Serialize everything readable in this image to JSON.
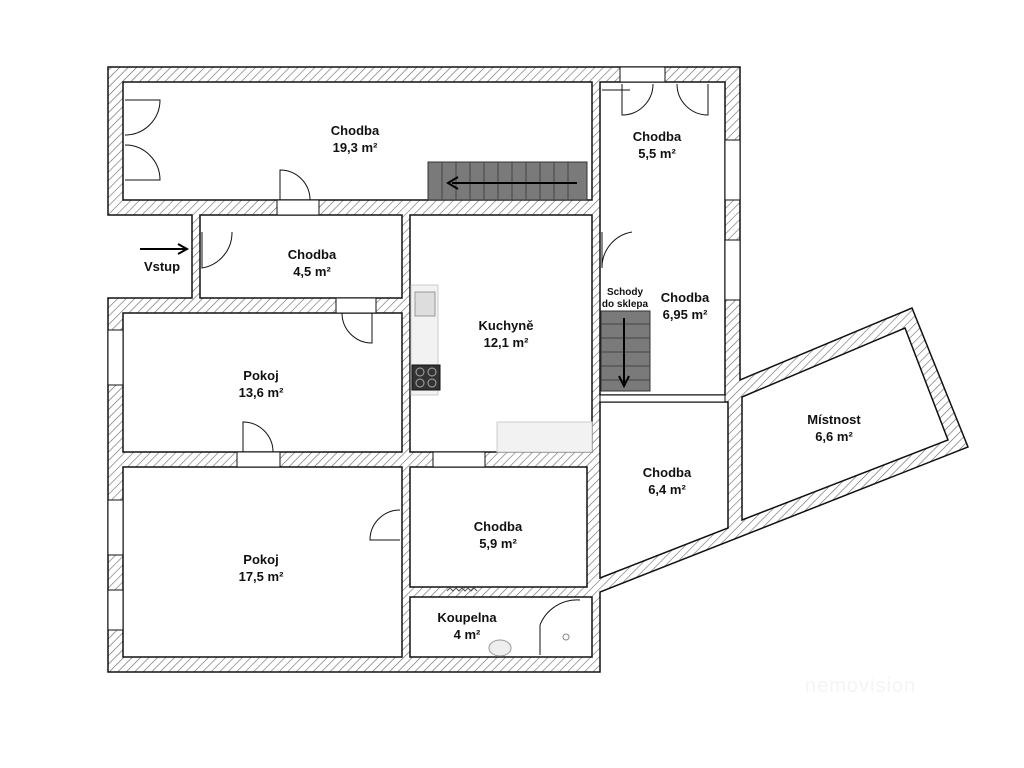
{
  "rooms": [
    {
      "name": "Chodba",
      "area": "19,3 m²"
    },
    {
      "name": "Chodba",
      "area": "5,5 m²"
    },
    {
      "name": "Chodba",
      "area": "4,5 m²"
    },
    {
      "name": "Kuchyně",
      "area": "12,1 m²"
    },
    {
      "name": "Chodba",
      "area": "6,95 m²"
    },
    {
      "name": "Pokoj",
      "area": "13,6 m²"
    },
    {
      "name": "Místnost",
      "area": "6,6 m²"
    },
    {
      "name": "Chodba",
      "area": "6,4 m²"
    },
    {
      "name": "Pokoj",
      "area": "17,5 m²"
    },
    {
      "name": "Chodba",
      "area": "5,9 m²"
    },
    {
      "name": "Koupelna",
      "area": "4 m²"
    }
  ],
  "entrance": "Vstup",
  "stairs_label": [
    "Schody",
    "do sklepa"
  ],
  "watermark": "nemovision",
  "colors": {
    "wall_hatch": "#555555",
    "stairs": "#7a7a7a",
    "line": "#111111"
  }
}
